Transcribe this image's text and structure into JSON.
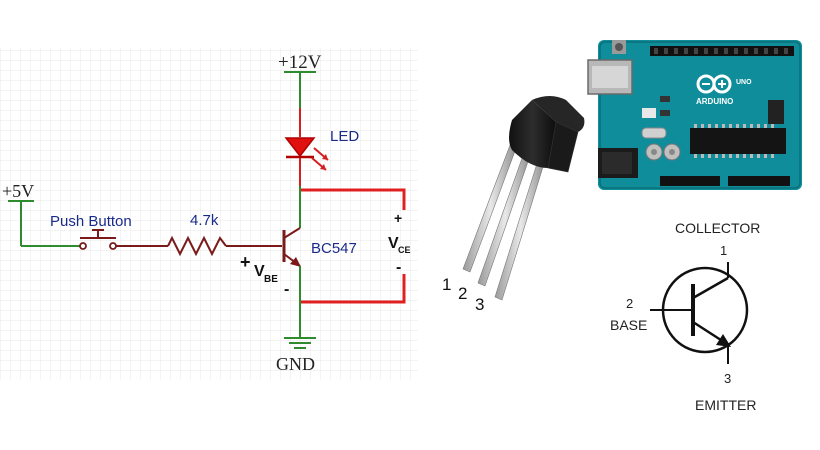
{
  "circuit": {
    "supply_12v": "+12V",
    "supply_5v": "+5V",
    "gnd": "GND",
    "led_label": "LED",
    "button_label": "Push Button",
    "resistor_label": "4.7k",
    "transistor_label": "BC547",
    "vbe_plus": "+",
    "vbe_v": "V",
    "vbe_sub": "BE",
    "vbe_minus": "-",
    "vce_plus": "+",
    "vce_v": "V",
    "vce_sub": "CE",
    "vce_minus": "-"
  },
  "package": {
    "pin1": "1",
    "pin2": "2",
    "pin3": "3"
  },
  "arduino": {
    "brand": "ARDUINO",
    "model": "UNO"
  },
  "symbol": {
    "collector": "COLLECTOR",
    "collector_num": "1",
    "base_num": "2",
    "base": "BASE",
    "emitter_num": "3",
    "emitter": "EMITTER"
  },
  "colors": {
    "wire_green": "#2e8b2e",
    "wire_maroon": "#7a1a1a",
    "measure_red": "#e02020",
    "label_blue": "#1a2a8a",
    "board_teal": "#0f8d9a"
  }
}
